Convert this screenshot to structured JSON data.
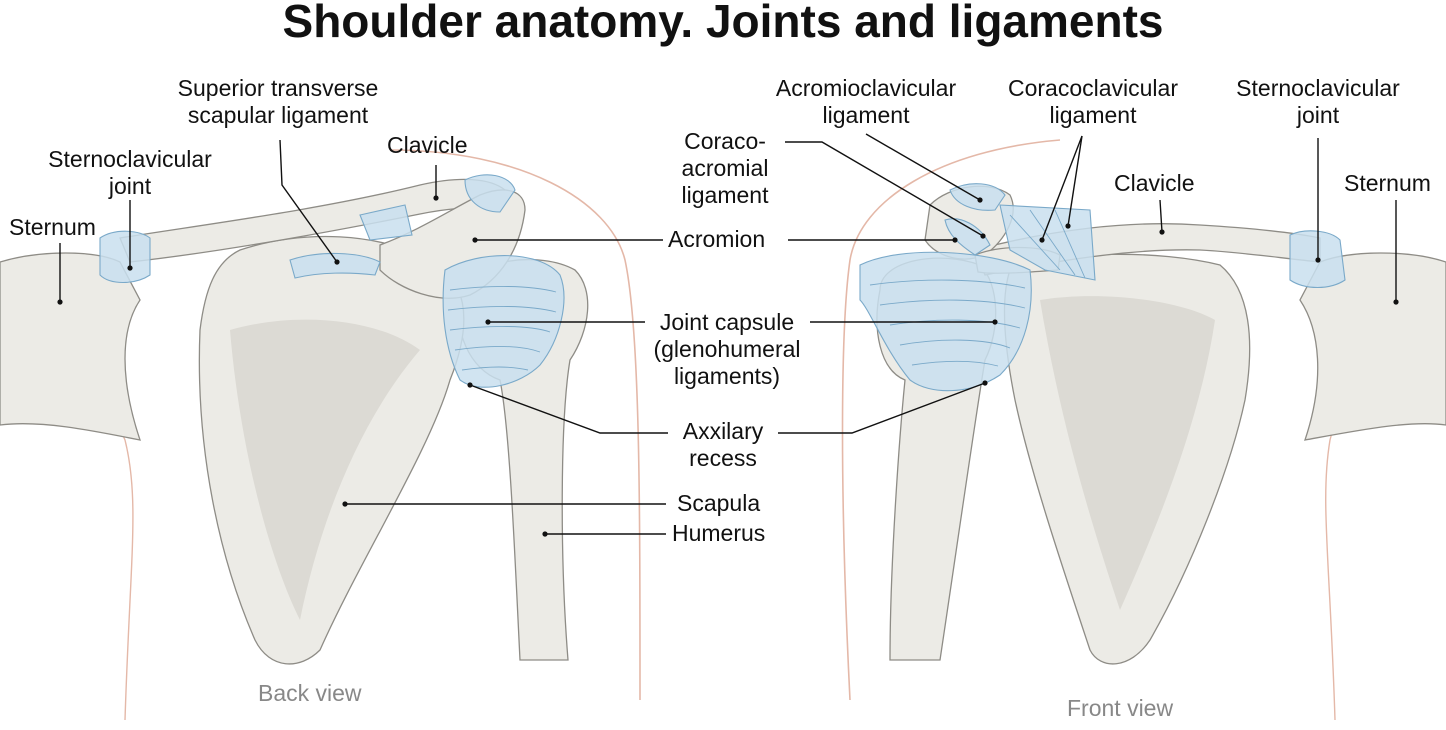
{
  "title": "Shoulder anatomy. Joints and ligaments",
  "colors": {
    "bone_fill": "#ecebe6",
    "bone_shade": "#dcdad4",
    "bone_stroke": "#8e8c86",
    "ligament_fill": "#c9dfee",
    "ligament_stroke": "#7aa9c9",
    "skin_outline": "#e4b8a8",
    "leader": "#111111",
    "view_label": "#888888"
  },
  "labels": {
    "superior_transverse": [
      "Superior transverse",
      "scapular ligament"
    ],
    "sternoclavicular_left": [
      "Sternoclavicular",
      "joint"
    ],
    "clavicle_left": "Clavicle",
    "sternum_left": "Sternum",
    "acromioclavicular": [
      "Acromioclavicular",
      "ligament"
    ],
    "coracoclavicular": [
      "Coracoclavicular",
      "ligament"
    ],
    "sternoclavicular_right": [
      "Sternoclavicular",
      "joint"
    ],
    "coracoacromial": [
      "Coraco-",
      "acromial",
      "ligament"
    ],
    "clavicle_right": "Clavicle",
    "sternum_right": "Sternum",
    "acromion": "Acromion",
    "joint_capsule": [
      "Joint capsule",
      "(glenohumeral",
      "ligaments)"
    ],
    "axillary_recess": [
      "Axxilary",
      "recess"
    ],
    "scapula": "Scapula",
    "humerus": "Humerus"
  },
  "views": {
    "back": "Back view",
    "front": "Front view"
  }
}
